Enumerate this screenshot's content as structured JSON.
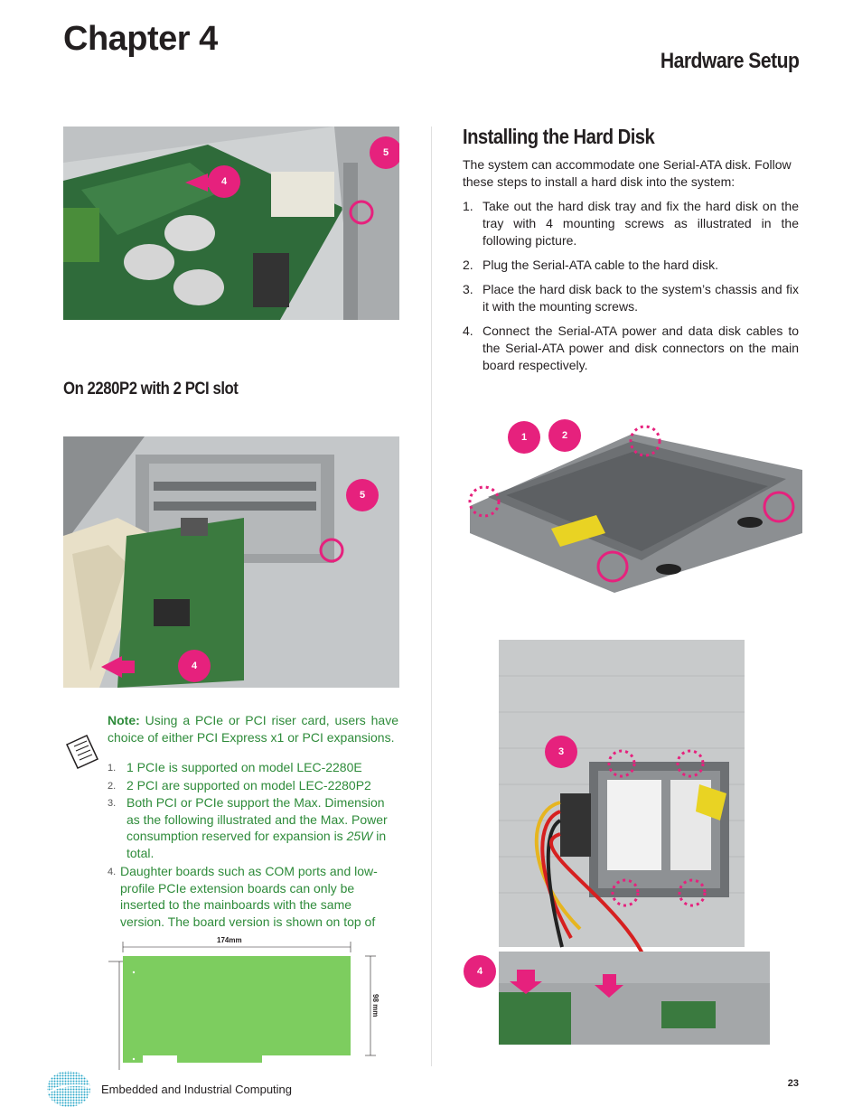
{
  "header": {
    "chapter": "Chapter 4",
    "section": "Hardware Setup"
  },
  "left": {
    "sub_heading": "On 2280P2 with 2 PCI slot",
    "callouts_top": [
      "5",
      "4"
    ],
    "callouts_mid": [
      "5",
      "4"
    ]
  },
  "right": {
    "heading": "Installing the Hard Disk",
    "intro": "The system can accommodate one Serial-ATA disk. Follow these steps to install a hard disk into the system:",
    "steps": [
      {
        "num": "1.",
        "text": "Take out the hard disk tray and fix the hard disk on the tray with 4 mounting screws as illustrated in the following picture."
      },
      {
        "num": "2.",
        "text": "Plug the Serial-ATA cable to the hard disk."
      },
      {
        "num": "3.",
        "text": "Place the hard disk back to the system’s chassis and fix it with the mounting screws."
      },
      {
        "num": "4.",
        "text": "Connect the Serial-ATA power and data disk cables to the Serial-ATA power and disk connectors on the main board respectively."
      }
    ],
    "callouts_disk": [
      "1",
      "2"
    ],
    "callouts_chassis": [
      "3",
      "4"
    ]
  },
  "note": {
    "label": "Note:",
    "text": "Using a PCIe or PCI riser card, users have choice of either PCI Express x1 or PCI expansions.",
    "items": [
      {
        "num": "1.",
        "text": "1 PCIe is supported on model LEC-2280E"
      },
      {
        "num": "2.",
        "text": "2 PCI are supported on model LEC-2280P2"
      },
      {
        "num": "3.",
        "text_a": "Both  PCI or PCIe support the Max. Dimension as the following illustrated and the Max. Power consumption reserved for expansion is ",
        "text_em": "25W",
        "text_b": " in total."
      },
      {
        "num": "4.",
        "text": "Daughter boards such as COM ports  and low-profile PCIe extension boards can only be inserted to the mainboards with the same version. The board version is shown on top of"
      }
    ]
  },
  "diagram": {
    "width_label": "174mm",
    "height_label": "98 mm",
    "card_color": "#7dcd5f"
  },
  "footer": {
    "text": "Embedded and Industrial Computing",
    "page": "23"
  },
  "colors": {
    "accent": "#e6217d",
    "note_green": "#2e8b3a"
  }
}
